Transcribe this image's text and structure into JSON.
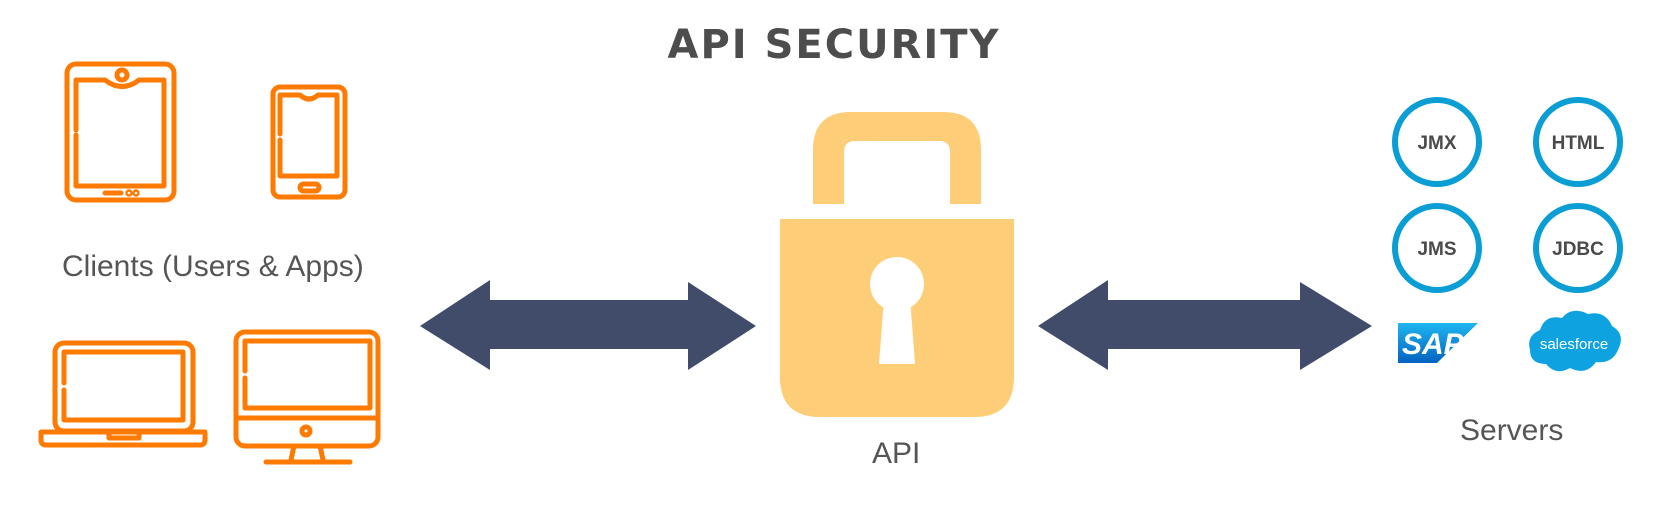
{
  "title": "API SECURITY",
  "clients": {
    "label": "Clients (Users & Apps)",
    "devices": [
      "tablet-icon",
      "smartphone-icon",
      "laptop-icon",
      "desktop-monitor-icon"
    ]
  },
  "api": {
    "label": "API",
    "icon": "padlock-icon"
  },
  "servers": {
    "label": "Servers",
    "protocols": [
      "JMX",
      "HTML",
      "JMS",
      "JDBC"
    ],
    "logos": {
      "sap": "SAP",
      "salesforce": "salesforce"
    }
  },
  "connections": [
    {
      "from": "Clients",
      "to": "API",
      "direction": "bidirectional"
    },
    {
      "from": "API",
      "to": "Servers",
      "direction": "bidirectional"
    }
  ],
  "colors": {
    "device_orange": "#ff7a00",
    "lock_yellow": "#fecd78",
    "arrow_navy": "#414c6b",
    "protocol_blue": "#0a9ed4",
    "text_gray": "#555555"
  }
}
